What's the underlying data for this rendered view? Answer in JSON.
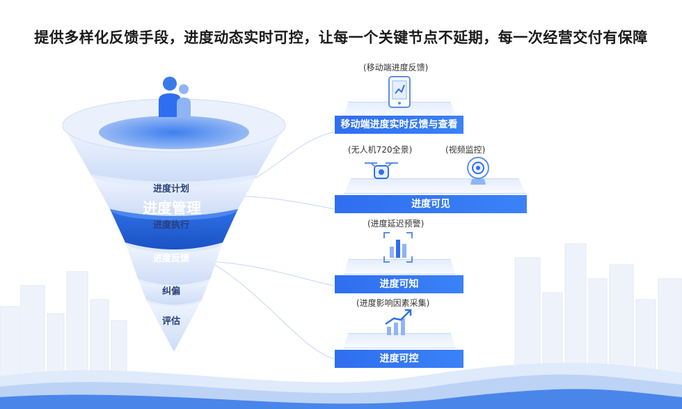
{
  "headline": "提供多样化反馈手段，进度动态实时可控，让每一个关键节点不延期，每一次经营交付有保障",
  "funnel": {
    "title": "进度管理",
    "stages": [
      "进度计划",
      "进度执行",
      "进度反馈",
      "纠偏",
      "评估"
    ]
  },
  "panels": {
    "mobile": {
      "caption": "(移动端进度反馈)",
      "bar": "移动端进度实时反馈与查看"
    },
    "visible": {
      "caption_drone": "(无人机720全景)",
      "caption_camera": "(视频监控)",
      "bar": "进度可见"
    },
    "knowable": {
      "caption": "(进度延迟预警)",
      "bar": "进度可知"
    },
    "controllable": {
      "caption": "(进度影响因素采集)",
      "bar": "进度可控"
    }
  },
  "colors": {
    "accent": "#2f6ef0",
    "funnel_light": "#dce8fb",
    "funnel_active": "#1f5fd6"
  },
  "icons": [
    "user-group-icon",
    "tablet-icon",
    "drone-icon",
    "camera-icon",
    "warning-chart-icon",
    "growth-chart-icon"
  ]
}
